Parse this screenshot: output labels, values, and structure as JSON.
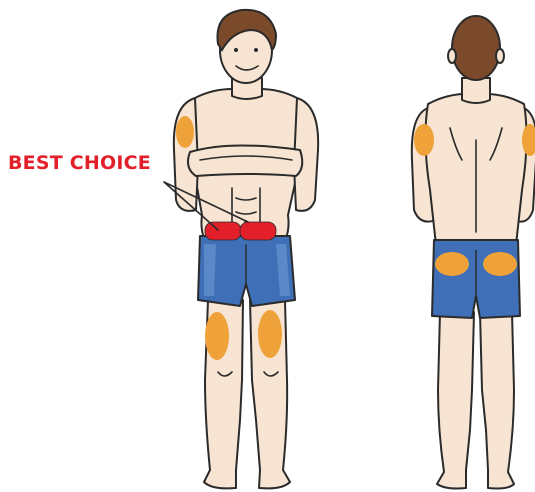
{
  "callout": {
    "text": "BEST CHOICE",
    "color": "#e3202a"
  },
  "colors": {
    "best_site": "#e3202a",
    "alternative_site": "#f0a23a",
    "shorts": "#3f6fb6",
    "skin": "#f7e4d2"
  },
  "figures": {
    "front": {
      "best_sites": [
        "left-abdomen",
        "right-abdomen"
      ],
      "alternative_sites": [
        "right-upper-arm",
        "left-thigh",
        "right-thigh"
      ]
    },
    "back": {
      "alternative_sites": [
        "left-upper-arm",
        "right-upper-arm",
        "left-buttock",
        "right-buttock"
      ]
    }
  }
}
